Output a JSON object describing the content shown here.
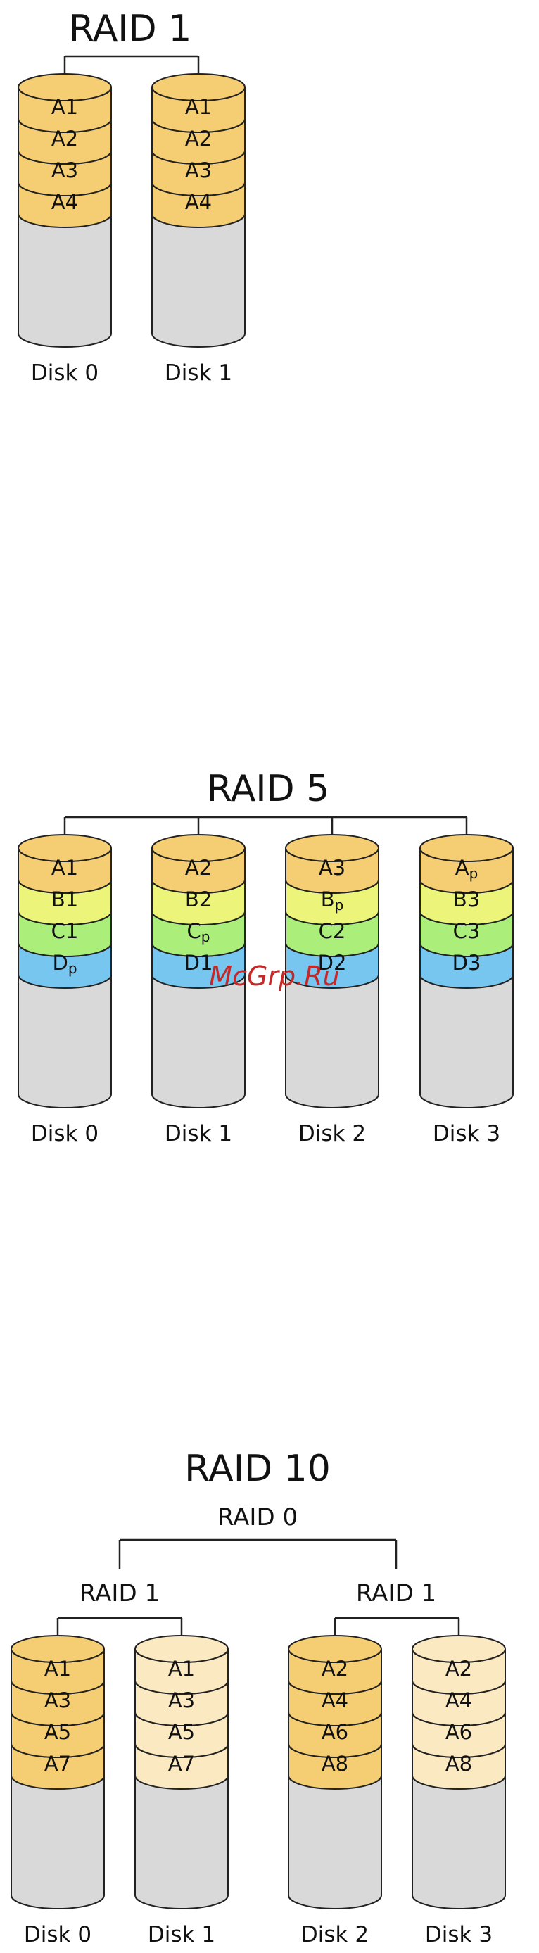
{
  "colors": {
    "gold": "#f5cd72",
    "pale": "#fbe9c2",
    "yellow": "#ecf57a",
    "green": "#abee7a",
    "blue": "#76c6f0",
    "empty": "#d9d9d9",
    "stroke": "#222222"
  },
  "watermark": "McGrp.Ru",
  "diagrams": [
    {
      "id": "raid1",
      "title": "RAID 1",
      "disks": [
        {
          "label": "Disk 0",
          "blocks": [
            {
              "label": "A1",
              "color": "gold"
            },
            {
              "label": "A2",
              "color": "gold"
            },
            {
              "label": "A3",
              "color": "gold"
            },
            {
              "label": "A4",
              "color": "gold"
            }
          ]
        },
        {
          "label": "Disk 1",
          "blocks": [
            {
              "label": "A1",
              "color": "gold"
            },
            {
              "label": "A2",
              "color": "gold"
            },
            {
              "label": "A3",
              "color": "gold"
            },
            {
              "label": "A4",
              "color": "gold"
            }
          ]
        }
      ]
    },
    {
      "id": "raid5",
      "title": "RAID 5",
      "disks": [
        {
          "label": "Disk 0",
          "blocks": [
            {
              "label": "A1",
              "color": "gold"
            },
            {
              "label": "B1",
              "color": "yellow"
            },
            {
              "label": "C1",
              "color": "green"
            },
            {
              "label": "D",
              "sub": "p",
              "color": "blue"
            }
          ]
        },
        {
          "label": "Disk 1",
          "blocks": [
            {
              "label": "A2",
              "color": "gold"
            },
            {
              "label": "B2",
              "color": "yellow"
            },
            {
              "label": "C",
              "sub": "p",
              "color": "green"
            },
            {
              "label": "D1",
              "color": "blue"
            }
          ]
        },
        {
          "label": "Disk 2",
          "blocks": [
            {
              "label": "A3",
              "color": "gold"
            },
            {
              "label": "B",
              "sub": "p",
              "color": "yellow"
            },
            {
              "label": "C2",
              "color": "green"
            },
            {
              "label": "D2",
              "color": "blue"
            }
          ]
        },
        {
          "label": "Disk 3",
          "blocks": [
            {
              "label": "A",
              "sub": "p",
              "color": "gold"
            },
            {
              "label": "B3",
              "color": "yellow"
            },
            {
              "label": "C3",
              "color": "green"
            },
            {
              "label": "D3",
              "color": "blue"
            }
          ]
        }
      ]
    },
    {
      "id": "raid10",
      "title": "RAID 10",
      "stripe_label": "RAID 0",
      "mirror_labels": [
        "RAID 1",
        "RAID 1"
      ],
      "disks": [
        {
          "label": "Disk 0",
          "blocks": [
            {
              "label": "A1",
              "color": "gold"
            },
            {
              "label": "A3",
              "color": "gold"
            },
            {
              "label": "A5",
              "color": "gold"
            },
            {
              "label": "A7",
              "color": "gold"
            }
          ]
        },
        {
          "label": "Disk 1",
          "blocks": [
            {
              "label": "A1",
              "color": "pale"
            },
            {
              "label": "A3",
              "color": "pale"
            },
            {
              "label": "A5",
              "color": "pale"
            },
            {
              "label": "A7",
              "color": "pale"
            }
          ]
        },
        {
          "label": "Disk 2",
          "blocks": [
            {
              "label": "A2",
              "color": "gold"
            },
            {
              "label": "A4",
              "color": "gold"
            },
            {
              "label": "A6",
              "color": "gold"
            },
            {
              "label": "A8",
              "color": "gold"
            }
          ]
        },
        {
          "label": "Disk 3",
          "blocks": [
            {
              "label": "A2",
              "color": "pale"
            },
            {
              "label": "A4",
              "color": "pale"
            },
            {
              "label": "A6",
              "color": "pale"
            },
            {
              "label": "A8",
              "color": "pale"
            }
          ]
        }
      ]
    }
  ]
}
